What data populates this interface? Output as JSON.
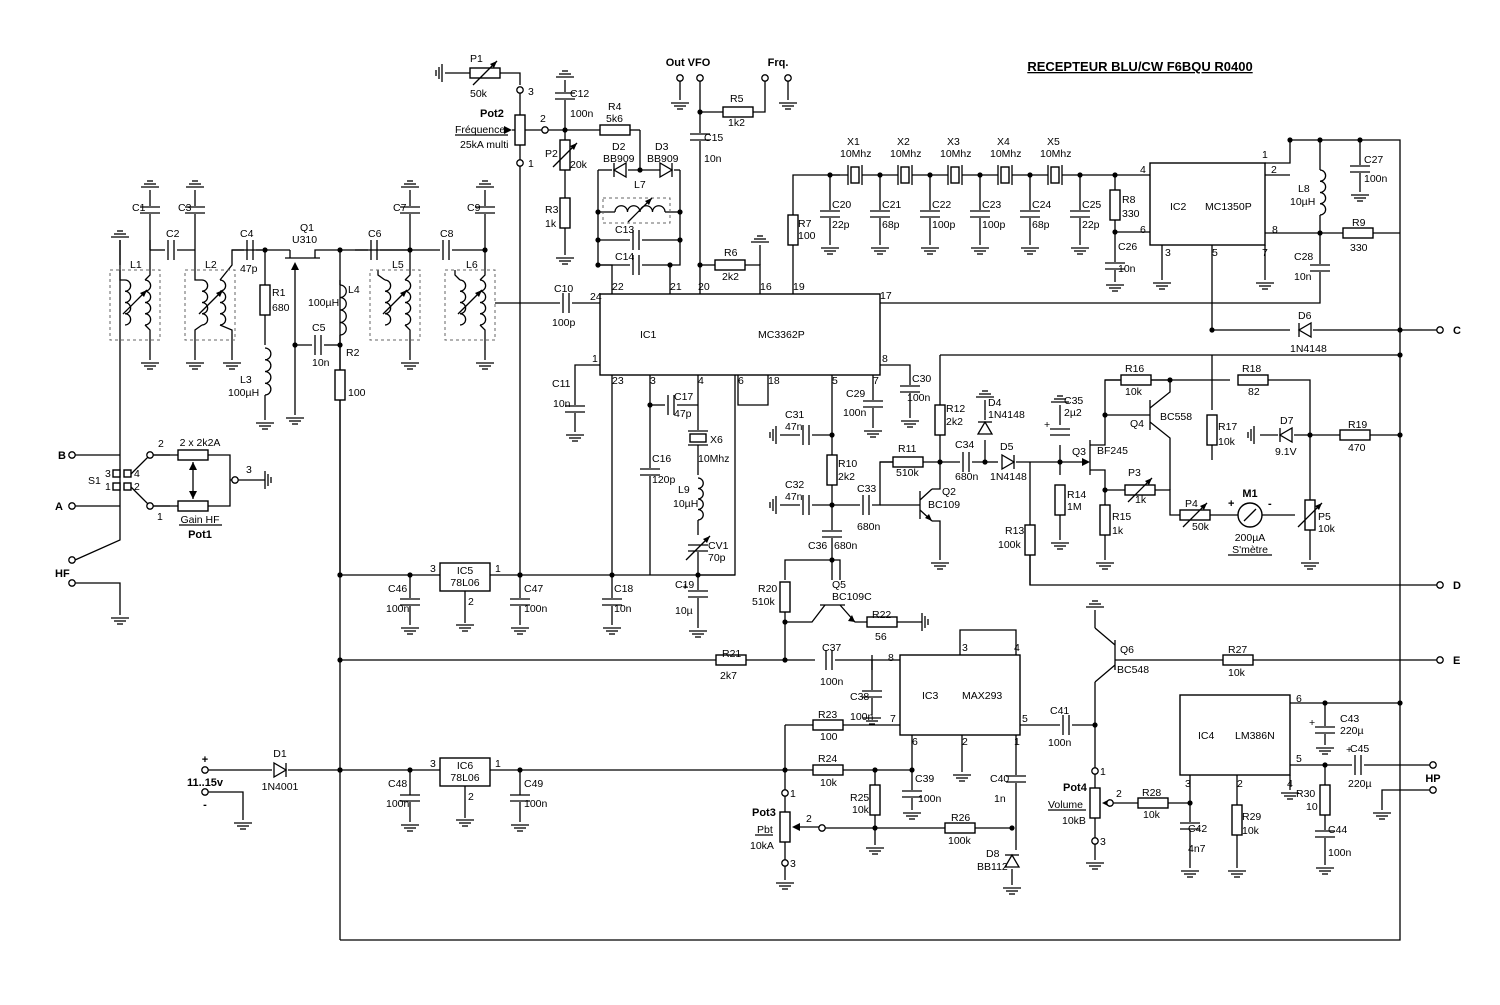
{
  "title": "RECEPTEUR  BLU/CW  F6BQU  R0400",
  "ics": {
    "ic1": {
      "ref": "IC1",
      "part": "MC3362P"
    },
    "ic2": {
      "ref": "IC2",
      "part": "MC1350P"
    },
    "ic3": {
      "ref": "IC3",
      "part": "MAX293"
    },
    "ic4": {
      "ref": "IC4",
      "part": "LM386N"
    },
    "ic5": {
      "ref": "IC5",
      "part": "78L06"
    },
    "ic6": {
      "ref": "IC6",
      "part": "78L06"
    }
  },
  "connectors": {
    "b": "B",
    "a": "A",
    "hf": "HF",
    "c": "C",
    "d": "D",
    "e": "E",
    "hp": "HP",
    "out_vfo": "Out VFO",
    "frq": "Frq.",
    "supply": "11..15v",
    "plus": "+",
    "minus": "-"
  },
  "pots": {
    "pot1": {
      "ref": "Pot1",
      "name": "Gain HF",
      "value": "2 x 2k2A"
    },
    "pot2": {
      "ref": "Pot2",
      "name": "Fréquence",
      "value": "25kA multi"
    },
    "pot3": {
      "ref": "Pot3",
      "name": "Pbt",
      "value": "10kA"
    },
    "pot4": {
      "ref": "Pot4",
      "name": "Volume",
      "value": "10kB"
    }
  },
  "meter": {
    "ref": "M1",
    "value": "200µA",
    "name": "S'mètre"
  },
  "switch": {
    "ref": "S1"
  },
  "components": [
    {
      "ref": "R1",
      "value": "680"
    },
    {
      "ref": "R2",
      "value": "100"
    },
    {
      "ref": "R3",
      "value": "1k"
    },
    {
      "ref": "R4",
      "value": "5k6"
    },
    {
      "ref": "R5",
      "value": "1k2"
    },
    {
      "ref": "R6",
      "value": "2k2"
    },
    {
      "ref": "R7",
      "value": "100"
    },
    {
      "ref": "R8",
      "value": "330"
    },
    {
      "ref": "R9",
      "value": "330"
    },
    {
      "ref": "R10",
      "value": "2k2"
    },
    {
      "ref": "R11",
      "value": "510k"
    },
    {
      "ref": "R12",
      "value": "2k2"
    },
    {
      "ref": "R13",
      "value": "100k"
    },
    {
      "ref": "R14",
      "value": "1M"
    },
    {
      "ref": "R15",
      "value": "1k"
    },
    {
      "ref": "R16",
      "value": "10k"
    },
    {
      "ref": "R17",
      "value": "10k"
    },
    {
      "ref": "R18",
      "value": "82"
    },
    {
      "ref": "R19",
      "value": "470"
    },
    {
      "ref": "R20",
      "value": "510k"
    },
    {
      "ref": "R21",
      "value": "2k7"
    },
    {
      "ref": "R22",
      "value": "56"
    },
    {
      "ref": "R23",
      "value": "100"
    },
    {
      "ref": "R24",
      "value": "10k"
    },
    {
      "ref": "R25",
      "value": "10k"
    },
    {
      "ref": "R26",
      "value": "100k"
    },
    {
      "ref": "R27",
      "value": "10k"
    },
    {
      "ref": "R28",
      "value": "10k"
    },
    {
      "ref": "R29",
      "value": "10k"
    },
    {
      "ref": "R30",
      "value": "10"
    },
    {
      "ref": "P1",
      "value": "50k"
    },
    {
      "ref": "P2",
      "value": "20k"
    },
    {
      "ref": "P3",
      "value": "1k"
    },
    {
      "ref": "P4",
      "value": "50k"
    },
    {
      "ref": "P5",
      "value": "10k"
    },
    {
      "ref": "C4",
      "value": "47p"
    },
    {
      "ref": "C5",
      "value": "10n"
    },
    {
      "ref": "C10",
      "value": "100p"
    },
    {
      "ref": "C11",
      "value": "10n"
    },
    {
      "ref": "C12",
      "value": "100n"
    },
    {
      "ref": "C15",
      "value": "10n"
    },
    {
      "ref": "C16",
      "value": "120p"
    },
    {
      "ref": "C17",
      "value": "47p"
    },
    {
      "ref": "C18",
      "value": "10n"
    },
    {
      "ref": "C19",
      "value": "10µ"
    },
    {
      "ref": "C20",
      "value": "22p"
    },
    {
      "ref": "C21",
      "value": "68p"
    },
    {
      "ref": "C22",
      "value": "100p"
    },
    {
      "ref": "C23",
      "value": "100p"
    },
    {
      "ref": "C24",
      "value": "68p"
    },
    {
      "ref": "C25",
      "value": "22p"
    },
    {
      "ref": "C26",
      "value": "10n"
    },
    {
      "ref": "C27",
      "value": "100n"
    },
    {
      "ref": "C28",
      "value": "10n"
    },
    {
      "ref": "C29",
      "value": "100n"
    },
    {
      "ref": "C30",
      "value": "100n"
    },
    {
      "ref": "C31",
      "value": "47n"
    },
    {
      "ref": "C32",
      "value": "47n"
    },
    {
      "ref": "C33",
      "value": "680n"
    },
    {
      "ref": "C34",
      "value": "680n"
    },
    {
      "ref": "C35",
      "value": "2µ2"
    },
    {
      "ref": "C36",
      "value": "680n"
    },
    {
      "ref": "C37",
      "value": "100n"
    },
    {
      "ref": "C38",
      "value": "100n"
    },
    {
      "ref": "C39",
      "value": "100n"
    },
    {
      "ref": "C40",
      "value": "1n"
    },
    {
      "ref": "C41",
      "value": "100n"
    },
    {
      "ref": "C42",
      "value": "4n7"
    },
    {
      "ref": "C43",
      "value": "220µ"
    },
    {
      "ref": "C44",
      "value": "100n"
    },
    {
      "ref": "C45",
      "value": "220µ"
    },
    {
      "ref": "C46",
      "value": "100n"
    },
    {
      "ref": "C47",
      "value": "100n"
    },
    {
      "ref": "C48",
      "value": "100n"
    },
    {
      "ref": "C49",
      "value": "100n"
    },
    {
      "ref": "L3",
      "value": "100µH"
    },
    {
      "ref": "L4",
      "value": "100µH"
    },
    {
      "ref": "L8",
      "value": "10µH"
    },
    {
      "ref": "L9",
      "value": "10µH"
    },
    {
      "ref": "CV1",
      "value": "70p"
    },
    {
      "ref": "X1",
      "value": "10Mhz"
    },
    {
      "ref": "X2",
      "value": "10Mhz"
    },
    {
      "ref": "X3",
      "value": "10Mhz"
    },
    {
      "ref": "X4",
      "value": "10Mhz"
    },
    {
      "ref": "X5",
      "value": "10Mhz"
    },
    {
      "ref": "X6",
      "value": "10Mhz"
    },
    {
      "ref": "D1",
      "value": "1N4001"
    },
    {
      "ref": "D2",
      "value": "BB909"
    },
    {
      "ref": "D3",
      "value": "BB909"
    },
    {
      "ref": "D4",
      "value": "1N4148"
    },
    {
      "ref": "D5",
      "value": "1N4148"
    },
    {
      "ref": "D6",
      "value": "1N4148"
    },
    {
      "ref": "D7",
      "value": "9.1V"
    },
    {
      "ref": "D8",
      "value": "BB112"
    },
    {
      "ref": "Q1",
      "value": "U310"
    },
    {
      "ref": "Q2",
      "value": "BC109"
    },
    {
      "ref": "Q3",
      "value": "BF245"
    },
    {
      "ref": "Q4",
      "value": "BC558"
    },
    {
      "ref": "Q5",
      "value": "BC109C"
    },
    {
      "ref": "Q6",
      "value": "BC548"
    }
  ],
  "unlabeled_refs": [
    "C1",
    "C2",
    "C3",
    "C6",
    "C7",
    "C8",
    "C9",
    "C13",
    "C14",
    "L1",
    "L2",
    "L5",
    "L6",
    "L7"
  ],
  "pin_numbers": {
    "ic1": [
      "24",
      "22",
      "21",
      "20",
      "16",
      "19",
      "17",
      "1",
      "8",
      "23",
      "3",
      "4",
      "6",
      "18",
      "5",
      "7"
    ],
    "ic2": [
      "4",
      "1",
      "2",
      "6",
      "8",
      "3",
      "5",
      "7"
    ],
    "ic3": [
      "8",
      "7",
      "3",
      "4",
      "6",
      "2",
      "1",
      "5"
    ],
    "ic4": [
      "6",
      "5",
      "3",
      "2",
      "4"
    ],
    "reg": [
      "3",
      "1",
      "2"
    ],
    "pot": [
      "1",
      "2",
      "3"
    ],
    "switch": [
      "1",
      "2",
      "3",
      "4"
    ]
  }
}
